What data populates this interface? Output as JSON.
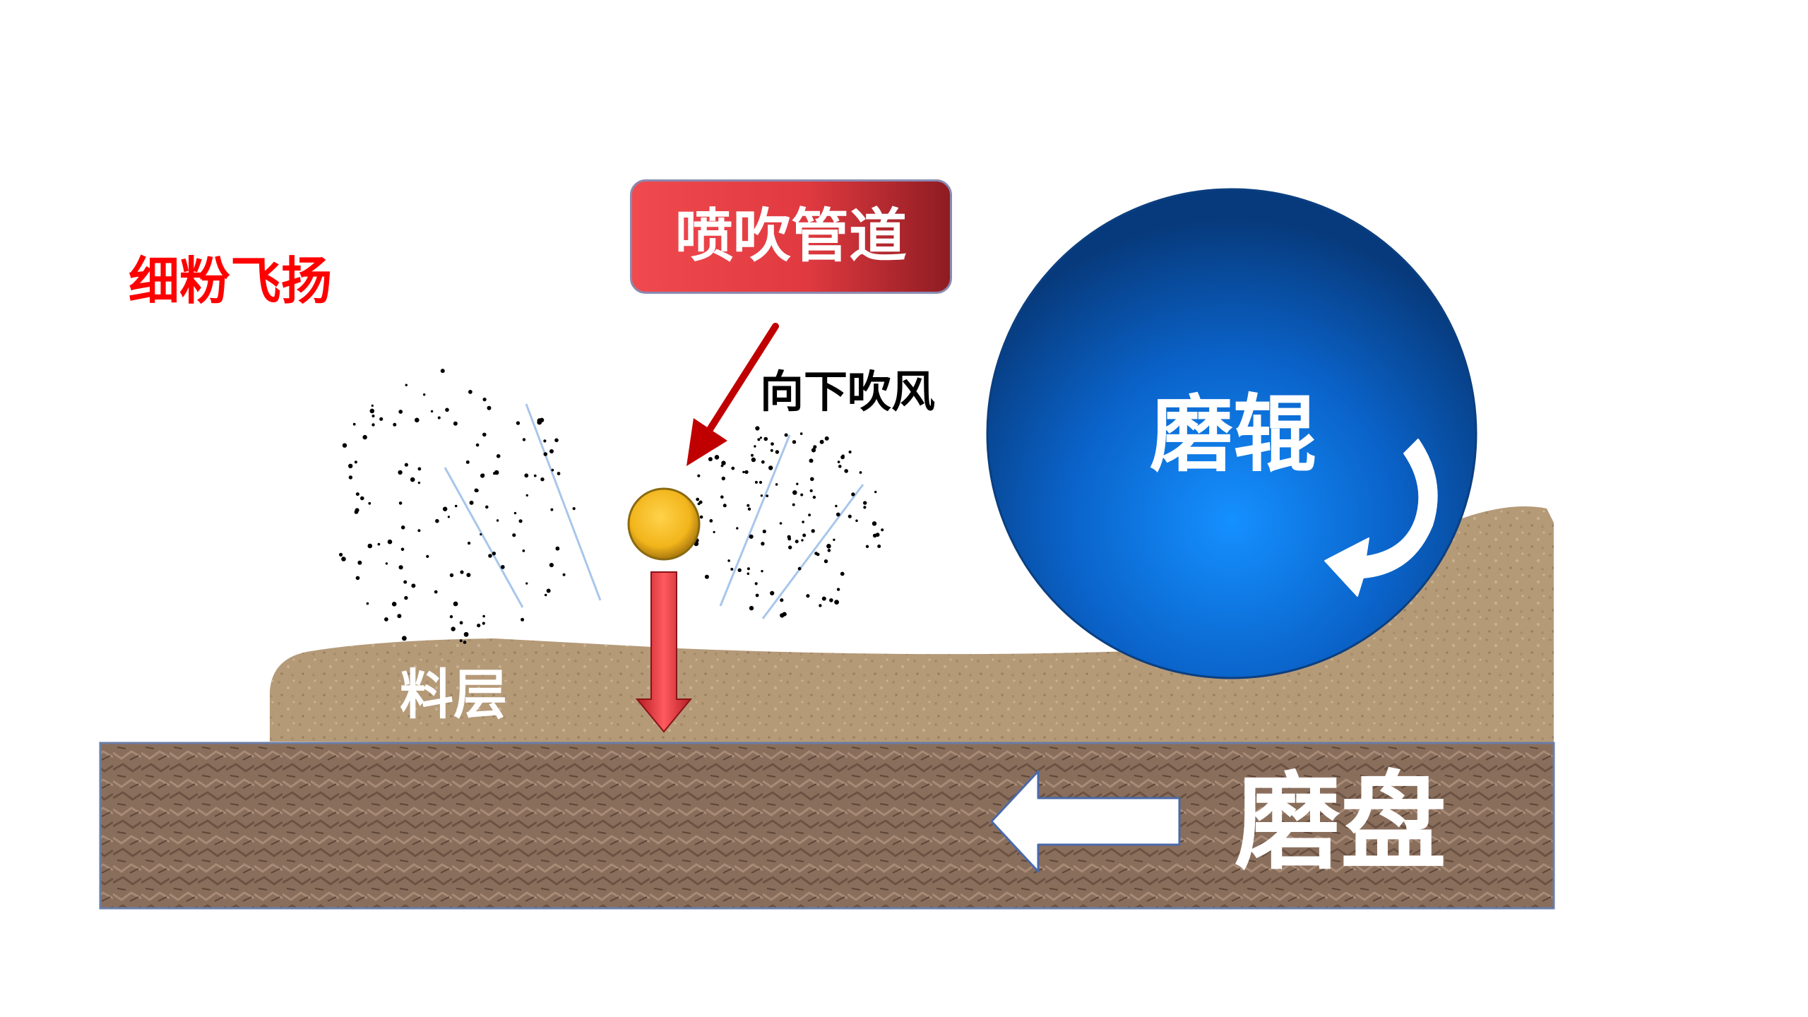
{
  "labels": {
    "fine_powder": "细粉飞扬",
    "nozzle": "喷吹管道",
    "wind": "向下吹风",
    "roller": "磨辊",
    "layer": "料层",
    "disc": "磨盘"
  },
  "colors": {
    "fine_powder_text": "#ff0000",
    "wind_text": "#000000",
    "roller_text": "#ffffff",
    "layer_text": "#ffffff",
    "disc_text": "#ffffff",
    "nozzle_box": "#e84248",
    "roller": "#0a62c8",
    "material_layer": "#b59a78",
    "grinding_disc": "#8a6e5c",
    "particle": "#ffc93a",
    "arrow_red": "#c00000",
    "powder_dots": "#000000",
    "airflow_lines": "#a8c6ea"
  },
  "icons": {
    "roller_rotation": "curved-arrow-icon",
    "disc_direction": "left-arrow-icon",
    "wind_direction": "diagonal-arrow-icon",
    "downward_push": "down-arrow-icon"
  }
}
